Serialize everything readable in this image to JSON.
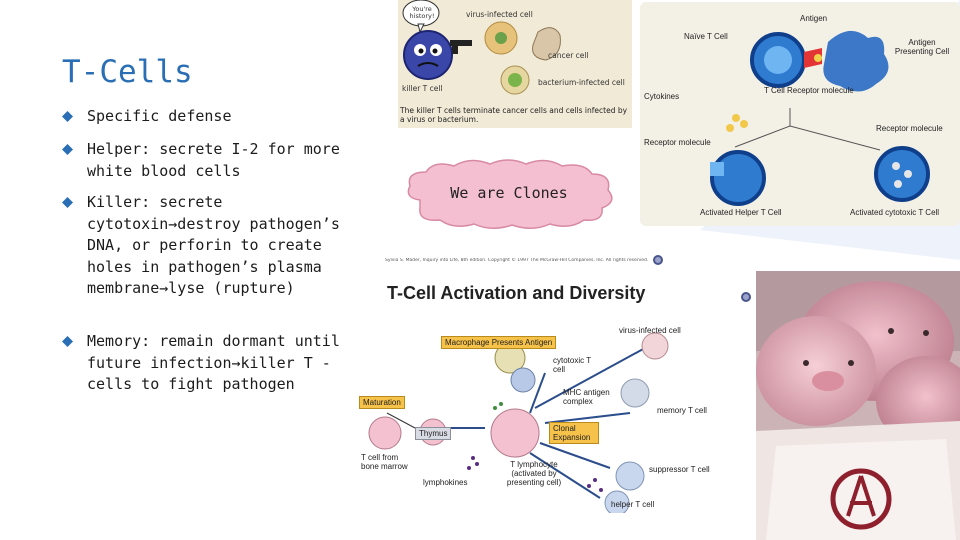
{
  "slide": {
    "title": "T-Cells",
    "bullets": [
      {
        "text": "Specific defense"
      },
      {
        "text": "Helper: secrete I-2 for more white blood cells"
      },
      {
        "text": "Killer: secrete cytotoxin→destroy pathogen’s DNA, or perforin to create holes in pathogen’s plasma membrane→lyse (rupture)"
      },
      {
        "text": "Memory: remain dormant until future infection→killer T -cells to fight pathogen"
      }
    ],
    "accent_color": "#2a6fb5",
    "marker_color": "#2a6fb5"
  },
  "killer_image": {
    "speech": "You're history!",
    "label_virus": "virus-infected cell",
    "label_cancer": "cancer cell",
    "label_killer": "killer T cell",
    "label_bacterium": "bacterium-infected cell",
    "caption": "The killer T cells terminate cancer cells and cells infected by a virus or bacterium."
  },
  "cloud": {
    "text": "We are Clones"
  },
  "diagram": {
    "antigen": "Antigen",
    "naive": "Naïve T Cell",
    "apc": "Antigen Presenting Cell",
    "cytokines": "Cytokines",
    "receptor": "T Cell Receptor molecule",
    "receptor_left": "Receptor molecule",
    "receptor_right": "Receptor molecule",
    "helper": "Activated Helper T Cell",
    "cytotoxic": "Activated cytotoxic T Cell"
  },
  "activation": {
    "strip": "Sylvia S. Mader, Inquiry into Life, 8th edition. Copyright © 1997 The McGraw-Hill Companies, Inc. All rights reserved.",
    "title": "T-Cell Activation and Diversity",
    "macrophage": "Macrophage Presents Antigen",
    "virus_cell": "virus-infected cell",
    "cytotoxic": "cytotoxic T cell",
    "maturation": "Maturation",
    "mhc": "MHC antigen complex",
    "memory": "memory T cell",
    "thymus": "Thymus",
    "clonal": "Clonal Expansion",
    "from_marrow": "T cell from bone marrow",
    "t_lymph": "T lymphocyte (activated by presenting cell)",
    "suppressor": "suppressor T cell",
    "lymphokines": "lymphokines",
    "helper": "helper T cell"
  }
}
